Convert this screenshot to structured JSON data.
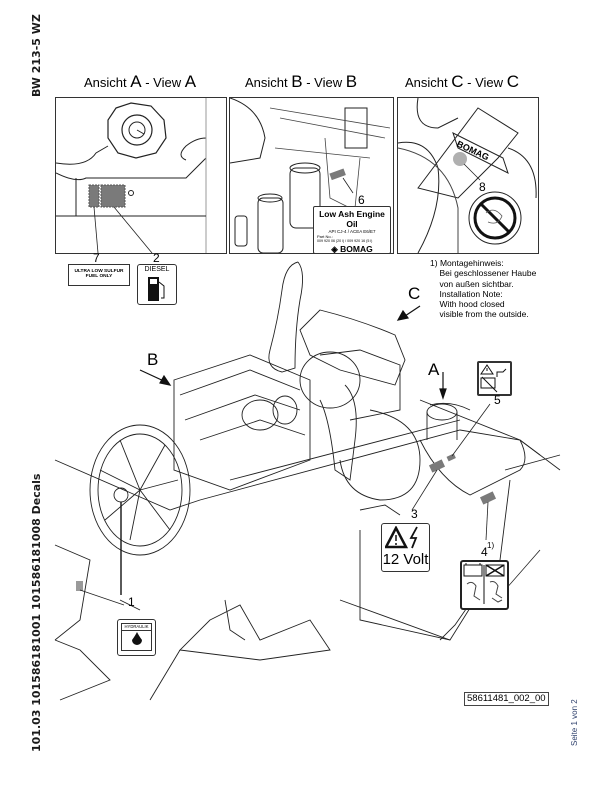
{
  "document": {
    "model_label": "BW 213-5 WZ",
    "doc_reference": "101.03 101586181001 101586181008 Decals",
    "page_label": "Seite 1 von 2",
    "drawing_number": "58611481_002_00"
  },
  "views": [
    {
      "prefix": "Ansicht",
      "letter": "A",
      "sep": "- View",
      "letter2": "A"
    },
    {
      "prefix": "Ansicht",
      "letter": "B",
      "sep": "- View",
      "letter2": "B"
    },
    {
      "prefix": "Ansicht",
      "letter": "C",
      "sep": "- View",
      "letter2": "C"
    }
  ],
  "view_arrows": {
    "a": "A",
    "b": "B",
    "c": "C"
  },
  "callouts": {
    "c1": "1",
    "c2": "2",
    "c3": "3",
    "c4": "4",
    "c4_note": "1)",
    "c5": "5",
    "c6": "6",
    "c7": "7",
    "c8": "8"
  },
  "decals": {
    "ultra_low_sulfur": {
      "line1": "ULTRA LOW SULFUR",
      "line2": "FUEL ONLY"
    },
    "diesel": {
      "label": "DIESEL"
    },
    "engine_oil": {
      "title": "Low Ash Engine Oil",
      "spec": "API CJ-4 / ACEA E6/E7",
      "part_label": "Part No.:",
      "part_numbers": "009 920 06 (20 l) / 009 920 16 (5 l)",
      "brand": "BOMAG"
    },
    "voltage": {
      "label": "12 Volt"
    },
    "hydraulic": {
      "label": "HYDRAULIK"
    }
  },
  "installation_note": {
    "marker": "1)",
    "lines": [
      "Montagehinweis:",
      "Bei geschlossener Haube",
      "von außen sichtbar.",
      "Installation Note:",
      "With hood closed",
      "visible from the outside."
    ]
  },
  "colors": {
    "decal_area_gray": "#7a7a7a",
    "line": "#222222",
    "page_label_blue": "#2d3f6b"
  }
}
